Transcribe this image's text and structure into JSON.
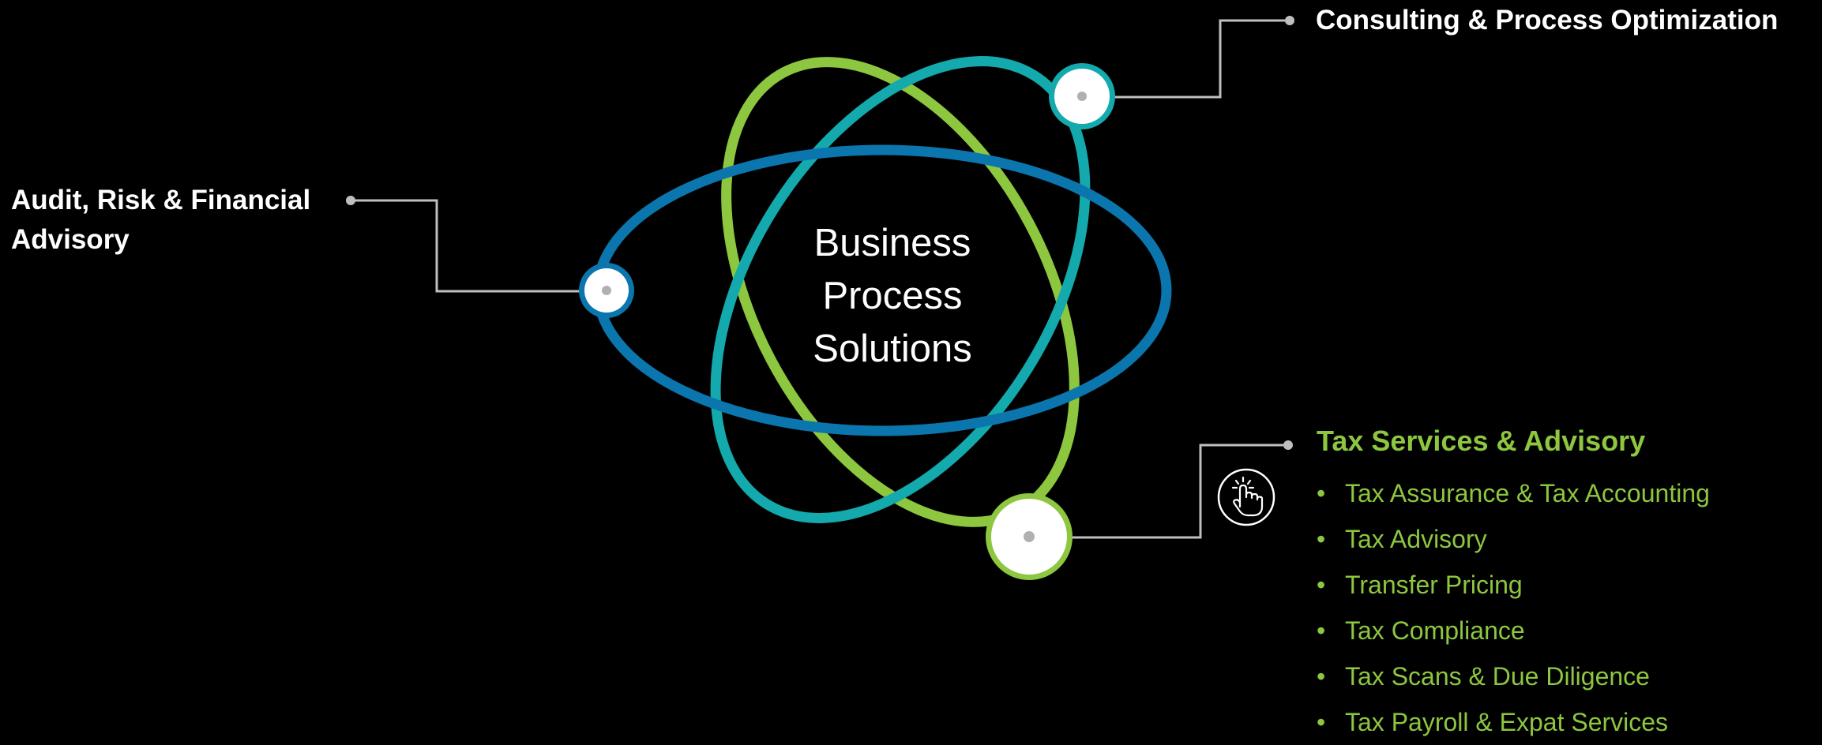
{
  "center": {
    "lines": [
      "Business",
      "Process",
      "Solutions"
    ]
  },
  "nodes": {
    "consulting": {
      "label": "Consulting & Process Optimization"
    },
    "audit": {
      "label_line1": "Audit, Risk & Financial",
      "label_line2": "Advisory"
    },
    "tax": {
      "title": "Tax Services & Advisory",
      "items": [
        "Tax Assurance & Tax Accounting",
        "Tax Advisory",
        "Transfer Pricing",
        "Tax Compliance",
        "Tax Scans & Due Diligence",
        "Tax Payroll & Expat Services"
      ]
    }
  },
  "icons": {
    "pointer": "hand-pointer-click-icon",
    "bullet": "•"
  },
  "colors": {
    "background": "#000000",
    "orbit_blue": "#0a76ad",
    "orbit_teal": "#13a9ad",
    "orbit_green": "#8dc63f",
    "connector": "#bfbfbf",
    "text_primary": "#ffffff",
    "text_accent": "#8dc63f"
  }
}
